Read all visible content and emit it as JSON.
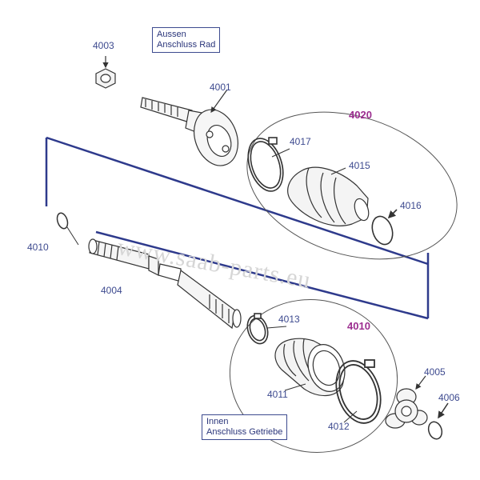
{
  "watermark": "www.saab-parts.eu",
  "boxes": {
    "outer": {
      "line1": "Aussen",
      "line2": "Anschluss Rad"
    },
    "inner": {
      "line1": "Innen",
      "line2": "Anschluss Getriebe"
    }
  },
  "groups": {
    "outer_kit": "4020",
    "inner_kit": "4010"
  },
  "labels": {
    "p4003": "4003",
    "p4001": "4001",
    "p4017": "4017",
    "p4015": "4015",
    "p4016": "4016",
    "p4010": "4010",
    "p4004": "4004",
    "p4013": "4013",
    "p4011": "4011",
    "p4012": "4012",
    "p4005": "4005",
    "p4006": "4006"
  },
  "colors": {
    "label": "#3d4a8f",
    "group": "#9b2d8f",
    "frame": "#2e3a8c"
  }
}
